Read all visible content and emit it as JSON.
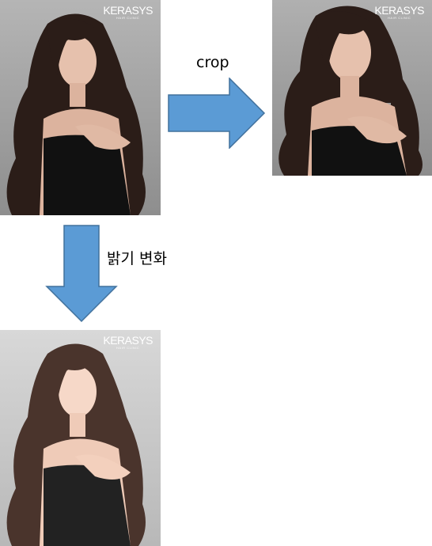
{
  "labels": {
    "crop": "crop",
    "brightness": "밝기 변화"
  },
  "photos": {
    "brand_name": "KERASYS",
    "brand_sub": "HAIR CLINIC"
  },
  "colors": {
    "arrow_fill": "#5b9bd5",
    "arrow_stroke": "#41719c"
  }
}
